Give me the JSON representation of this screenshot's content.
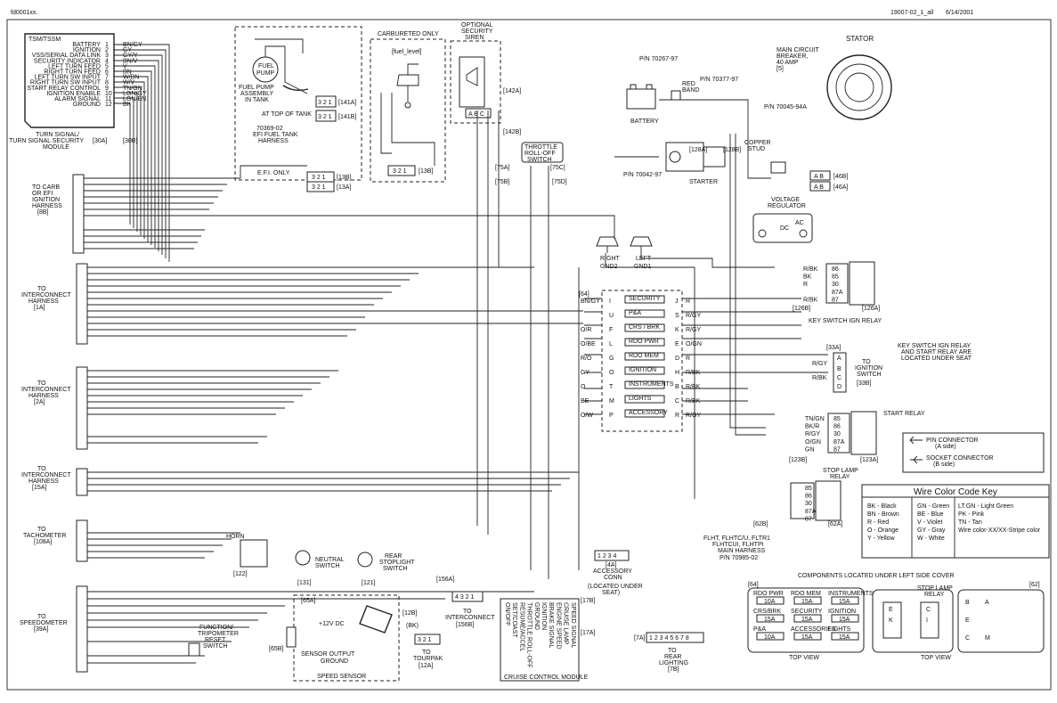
{
  "header": {
    "code": "fd0001xx.",
    "doc": "19007-02_1_all",
    "date": "6/14/2001"
  },
  "tsm": {
    "title": "TSM/TSSM",
    "pins": [
      {
        "label": "BATTERY",
        "pin": "1",
        "wire": "BN/GY"
      },
      {
        "label": "IGNITION",
        "pin": "2",
        "wire": "GY"
      },
      {
        "label": "VSS/SERIAL DATA LINK",
        "pin": "3",
        "wire": "GY/Y"
      },
      {
        "label": "SECURITY INDICATOR",
        "pin": "4",
        "wire": "BN/V"
      },
      {
        "label": "LEFT TURN FEED",
        "pin": "5",
        "wire": "V"
      },
      {
        "label": "RIGHT TURN FEED",
        "pin": "6",
        "wire": "BN"
      },
      {
        "label": "LEFT TURN SW INPUT",
        "pin": "7",
        "wire": "W/BN"
      },
      {
        "label": "RIGHT TURN SW INPUT",
        "pin": "8",
        "wire": "W/V"
      },
      {
        "label": "START RELAY CONTROL",
        "pin": "9",
        "wire": "TN/GN"
      },
      {
        "label": "IGNITION ENABLE",
        "pin": "10",
        "wire": "LGN/GY"
      },
      {
        "label": "ALARM SIGNAL",
        "pin": "11",
        "wire": "LGN/BN"
      },
      {
        "label": "GROUND",
        "pin": "12",
        "wire": "BK"
      }
    ],
    "caption1": "TURN SIGNAL/",
    "caption2": "TURN SIGNAL SECURITY",
    "caption3": "MODULE",
    "conn_a": "[30A]",
    "conn_b": "[30B]"
  },
  "fuel": {
    "label_pump1": "FUEL",
    "label_pump2": "PUMP",
    "asm1": "FUEL PUMP",
    "asm2": "ASSEMBLY",
    "asm3": "IN TANK",
    "conn_a": "[141A]",
    "conn_b": "[141B]",
    "top_tank": "AT TOP OF TANK",
    "harness1": "70369-02",
    "harness2": "EFI FUEL TANK",
    "harness3": "HARNESS",
    "efi_only": "E.F.I. ONLY",
    "conn_13b": "[13B]",
    "conn_13a": "[13A]",
    "pins321": "3 2 1"
  },
  "carb": {
    "title": "CARBURETED ONLY",
    "sub": "[fuel_level]",
    "conn": "[13B]"
  },
  "siren": {
    "title1": "OPTIONAL",
    "title2": "SECURITY",
    "title3": "SIREN",
    "conn_a": "[142A]",
    "conn_b": "[142B]",
    "pins": "A B C"
  },
  "throttle": {
    "label1": "THROTTLE",
    "label2": "ROLL-OFF",
    "label3": "SWITCH",
    "c75a": "[75A]",
    "c75b": "[75B]",
    "c75c": "[75C]",
    "c75d": "[75D]"
  },
  "battery": {
    "pn": "P/N 70267-97",
    "label": "BATTERY",
    "redband1": "RED",
    "redband2": "BAND",
    "pn2": "P/N 70377-97",
    "pn3": "P/N 70045-94A",
    "pn4": "P/N 70042-97",
    "stud1": "COPPER",
    "stud2": "STUD",
    "starter": "STARTER",
    "c128a": "[128A]",
    "c128b": "[128B]"
  },
  "breaker": {
    "l1": "MAIN CIRCUIT",
    "l2": "BREAKER,",
    "l3": "40 AMP",
    "l4": "[5]"
  },
  "stator": {
    "label": "STATOR",
    "c46b": "[46B]",
    "c46a": "[46A]"
  },
  "regulator": {
    "l1": "VOLTAGE",
    "l2": "REGULATOR",
    "dc": "DC",
    "ac": "AC"
  },
  "grounds": {
    "right1": "RIGHT",
    "right2": "GND2",
    "left1": "LEFT",
    "left2": "GND1"
  },
  "harnesses": [
    {
      "title": [
        "TO CARB",
        "OR EFI",
        "IGNITION",
        "HARNESS",
        "[8B]"
      ]
    },
    {
      "title": [
        "TO",
        "INTERCONNECT",
        "HARNESS",
        "[1A]"
      ]
    },
    {
      "title": [
        "TO",
        "INTERCONNECT",
        "HARNESS",
        "[2A]"
      ]
    },
    {
      "title": [
        "TO",
        "INTERCONNECT",
        "HARNESS",
        "[15A]"
      ]
    },
    {
      "title": [
        "TO",
        "TACHOMETER",
        "[108A]"
      ]
    },
    {
      "title": [
        "TO",
        "SPEEDOMETER",
        "[39A]"
      ]
    }
  ],
  "fuses": {
    "conn": "[64]",
    "rows": [
      {
        "l": "I",
        "name": "SECURITY",
        "r": "J",
        "lw": "BN/GY",
        "rw": "R"
      },
      {
        "l": "U",
        "name": "P&A",
        "r": "S",
        "lw": "",
        "rw": "R/GY"
      },
      {
        "l": "F",
        "name": "CRS / BRK",
        "r": "K",
        "lw": "O/R",
        "rw": "R/GY"
      },
      {
        "l": "L",
        "name": "RDO PWR",
        "r": "E",
        "lw": "O/BE",
        "rw": "O/GN"
      },
      {
        "l": "G",
        "name": "RDO MEM",
        "r": "D",
        "lw": "R/O",
        "rw": "R"
      },
      {
        "l": "O",
        "name": "IGNITION",
        "r": "H",
        "lw": "GY",
        "rw": "R/BK"
      },
      {
        "l": "T",
        "name": "INSTRUMENTS",
        "r": "B",
        "lw": "O",
        "rw": "R/BK"
      },
      {
        "l": "M",
        "name": "LIGHTS",
        "r": "C",
        "lw": "BE",
        "rw": "R/BK"
      },
      {
        "l": "P",
        "name": "ACCESSORY",
        "r": "R",
        "lw": "O/W",
        "rw": "R/GY"
      }
    ]
  },
  "keyrelay": {
    "label": "KEY SWITCH IGN RELAY",
    "c126b": "[126B]",
    "c126a": "[126A]",
    "pins": [
      "86",
      "85",
      "30",
      "87A",
      "87"
    ],
    "wires": [
      "R/BK",
      "BK",
      "R",
      "",
      "R/BK"
    ]
  },
  "ignsw": {
    "c33a": "[33A]",
    "to1": "TO",
    "to2": "IGNITION",
    "to3": "SWITCH",
    "to4": "[33B]",
    "note1": "KEY SWITCH IGN RELAY",
    "note2": "AND START RELAY ARE",
    "note3": "LOCATED UNDER SEAT"
  },
  "startrelay": {
    "label": "START RELAY",
    "c123b": "[123B]",
    "c123a": "[123A]",
    "pins": [
      "85",
      "86",
      "30",
      "87A",
      "87"
    ],
    "wires": [
      "TN/GN",
      "BK/R",
      "R/GY",
      "O/GN",
      "GN"
    ]
  },
  "stoplamp": {
    "l1": "STOP LAMP",
    "l2": "RELAY",
    "c62b": "[62B]",
    "c62a": "[62A]",
    "pins": [
      "85",
      "86",
      "30",
      "87A",
      "87"
    ]
  },
  "legend": {
    "pin": "PIN CONNECTOR",
    "pin_sub": "(A side)",
    "socket": "SOCKET CONNECTOR",
    "socket_sub": "(B side)"
  },
  "colorkey": {
    "title": "Wire Color Code Key",
    "col1": [
      "BK - Black",
      "BN - Brown",
      "R - Red",
      "O - Orange",
      "Y - Yellow"
    ],
    "col2": [
      "GN - Green",
      "BE - Blue",
      "V - Violet",
      "GY - Gray",
      "W - White"
    ],
    "col3": [
      "LT.GN - Light Green",
      "PK - Pink",
      "TN - Tan",
      "Wire color-XX/XX-Stripe color"
    ]
  },
  "mainharness": {
    "l1": "FLHT, FLHTC/U, FLTR1",
    "l2": "FLHTCUI, FLHTPI",
    "l3": "MAIN HARNESS",
    "l4": "P/N 70985-02"
  },
  "components": {
    "title": "COMPONENTS LOCATED UNDER LEFT SIDE COVER",
    "fuse_conn": "[64]",
    "relay_conn": "[62]",
    "fuses": [
      {
        "name": "RDO PWR",
        "amp": "10A"
      },
      {
        "name": "RDO MEM",
        "amp": "15A"
      },
      {
        "name": "INSTRUMENTS",
        "amp": "15A"
      },
      {
        "name": "CRS/BRK",
        "amp": "15A"
      },
      {
        "name": "SECURITY",
        "amp": "15A"
      },
      {
        "name": "IGNITION",
        "amp": "15A"
      },
      {
        "name": "P&A",
        "amp": "10A"
      },
      {
        "name": "ACCESSORIES",
        "amp": "15A"
      },
      {
        "name": "LIGHTS",
        "amp": "15A"
      }
    ],
    "relay_title1": "STOP LAMP",
    "relay_title2": "RELAY",
    "top_view": "TOP VIEW"
  },
  "horn": {
    "label": "HORN",
    "conn": "[122]"
  },
  "neutral": {
    "l1": "NEUTRAL",
    "l2": "SWITCH",
    "conn": "[131]"
  },
  "rearstop": {
    "l1": "REAR",
    "l2": "STOPLIGHT",
    "l3": "SWITCH",
    "conn": "[121]"
  },
  "speed": {
    "conn": "[65A]",
    "c65b": "[65B]",
    "volt": "+12V DC",
    "out": "SENSOR OUTPUT",
    "gnd": "GROUND",
    "label": "SPEED SENSOR"
  },
  "trip": {
    "l1": "FUNCTION/",
    "l2": "TRIPOMETER",
    "l3": "RESET",
    "l4": "SWITCH"
  },
  "tourpak": {
    "c12b": "[12B]",
    "bk": "(BK)",
    "to": "TO",
    "name": "TOURPAK",
    "conn": "[12A]",
    "pins": "3 2 1"
  },
  "interconnect": {
    "c156a": "[156A]",
    "pins": "4 3 2 1",
    "to": "TO",
    "name": "INTERCONNECT",
    "conn": "[156B]"
  },
  "cruise": {
    "label": "CRUISE CONTROL MODULE",
    "pins": [
      "ON/OFF",
      "SET/COAST",
      "RESUME/ACCEL",
      "THROTTLE ROLL-OFF",
      "GROUND",
      "IGNITION",
      "BRAKE SIGNAL",
      "ENGINE SPEED",
      "CRUISE LAMP",
      "SPEED SIGNAL"
    ],
    "c17b": "[17B]",
    "c17a": "[17A]"
  },
  "accessory": {
    "pins": "1 2 3 4",
    "conn": "[4A]",
    "l1": "ACCESSORY",
    "l2": "CONN",
    "l3": "(LOCATED UNDER",
    "l4": "SEAT)"
  },
  "rearlight": {
    "pins": "1 2 3 4 5 6 7 8",
    "conn": "[7A]",
    "l1": "TO",
    "l2": "REAR",
    "l3": "LIGHTING",
    "l4": "[7B]"
  }
}
